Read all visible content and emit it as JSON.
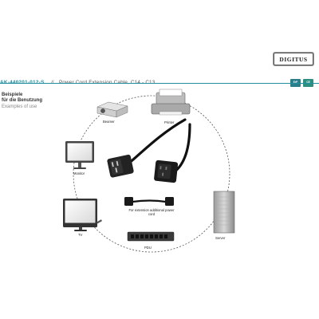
{
  "header": {
    "brand": "DIGITUS",
    "sku": "AK-440201-012-S",
    "separator": "//",
    "product": "Power Cord Extension Cable, C14 - C13",
    "badges": [
      "ErP",
      "CE"
    ]
  },
  "section": {
    "heading_de_1": "Beispiele",
    "heading_de_2": "für die Benutzung",
    "heading_en": "Examples of use"
  },
  "devices": {
    "beamer": "Beamer",
    "printer": "Printer",
    "monitor": "Monitor",
    "tv": "TV",
    "pdu": "PDU",
    "server": "Server"
  },
  "extension_note": "For extension additional power cord",
  "colors": {
    "accent": "#1f8fa0",
    "badge": "#2a7e8a",
    "dashed_circle": "#555555",
    "cable": "#111111"
  }
}
